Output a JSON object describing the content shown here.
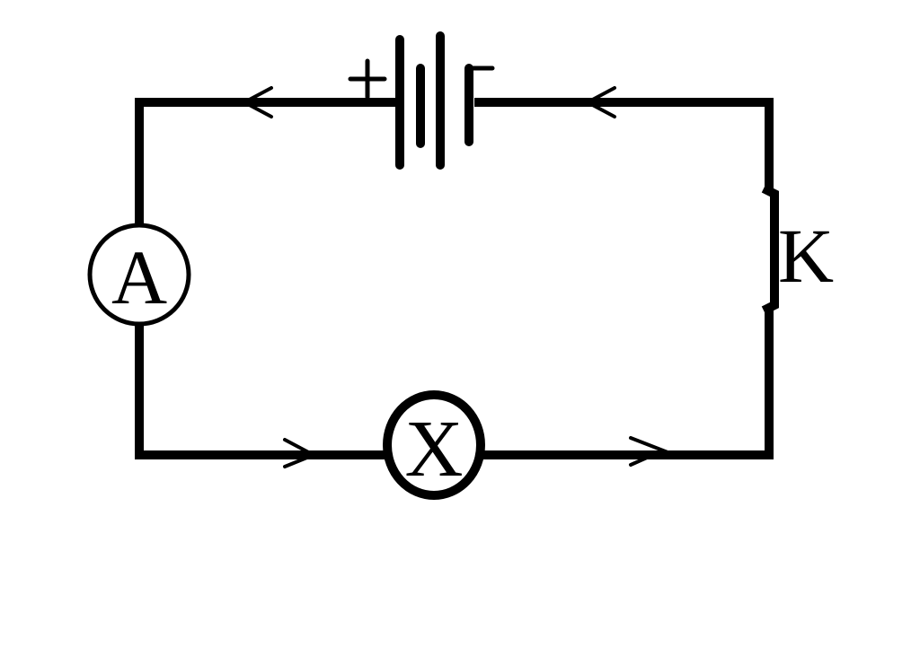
{
  "diagram": {
    "battery": {
      "positive_sign": "+",
      "negative_sign": "-"
    },
    "ammeter": {
      "label": "A"
    },
    "lamp": {
      "label": "X"
    },
    "switch": {
      "label": "K"
    },
    "current_direction": "counterclockwise",
    "colors": {
      "wire": "#000000",
      "background": "#ffffff"
    }
  }
}
